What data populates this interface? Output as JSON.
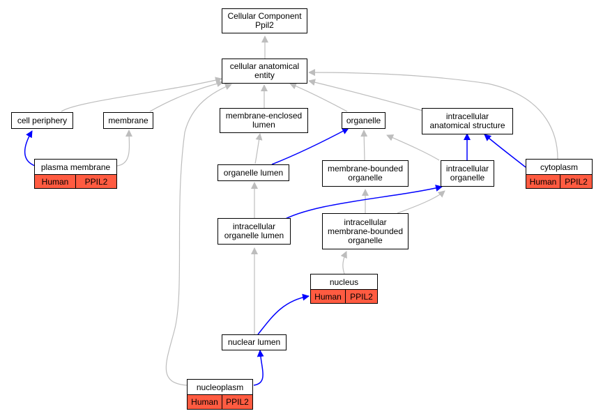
{
  "colors": {
    "gray_edge": "#bdbdbd",
    "blue_edge": "#0000ff",
    "annotation_fill": "#ff5b41"
  },
  "nodes": {
    "root": "Cellular Component\nPpil2",
    "cae": "cellular anatomical\nentity",
    "cell_periphery": "cell periphery",
    "membrane": "membrane",
    "membrane_enclosed_lumen": "membrane-enclosed\nlumen",
    "organelle": "organelle",
    "intracellular_anatomical_structure": "intracellular\nanatomical structure",
    "plasma_membrane": "plasma membrane",
    "organelle_lumen": "organelle lumen",
    "membrane_bounded_organelle": "membrane-bounded\norganelle",
    "intracellular_organelle": "intracellular\norganelle",
    "cytoplasm": "cytoplasm",
    "intracellular_organelle_lumen": "intracellular\norganelle lumen",
    "intracellular_mbo": "intracellular\nmembrane-bounded\norganelle",
    "nucleus": "nucleus",
    "nuclear_lumen": "nuclear lumen",
    "nucleoplasm": "nucleoplasm"
  },
  "annotation": {
    "species": "Human",
    "gene": "PPIL2"
  }
}
